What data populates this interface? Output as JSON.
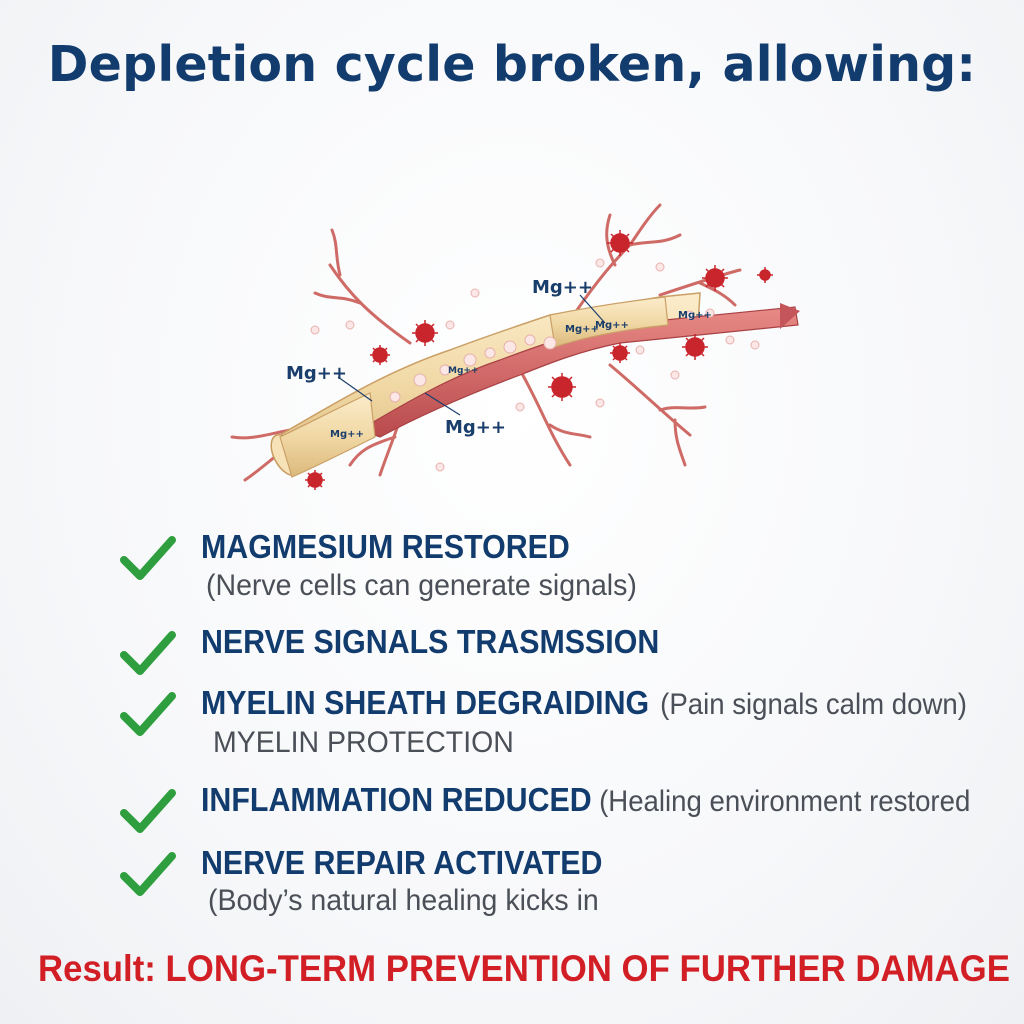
{
  "title": "Depletion cycle broken, allowing:",
  "diagram": {
    "labels": [
      "Mg++",
      "Mg++",
      "Mg++",
      "Mg++",
      "Mg++",
      "Mg++",
      "Mg++",
      "Mg++"
    ]
  },
  "items": [
    {
      "heading": "MAGMESIUM RESTORED",
      "inline_note": "",
      "note": "(Nerve cells can generate signals)"
    },
    {
      "heading": "NERVE SIGNALS TRASMSSION",
      "inline_note": "",
      "note": ""
    },
    {
      "heading": "MYELIN SHEATH DEGRAIDING",
      "inline_note": "(Pain signals calm down)",
      "note": "MYELIN PROTECTION"
    },
    {
      "heading": "INFLAMMATION REDUCED",
      "inline_note": "(Healing environment restored",
      "note": ""
    },
    {
      "heading": "NERVE REPAIR ACTIVATED",
      "inline_note": "",
      "note": "(Body’s natural healing kicks in"
    }
  ],
  "result": "Result: LONG-TERM PREVENTION OF FURTHER DAMAGE",
  "colors": {
    "title": "#123c6e",
    "check": "#2e9e3e",
    "result": "#d21f26",
    "myelin": "#f1dcae",
    "axon": "#d86a6a",
    "virus": "#c8252c"
  }
}
